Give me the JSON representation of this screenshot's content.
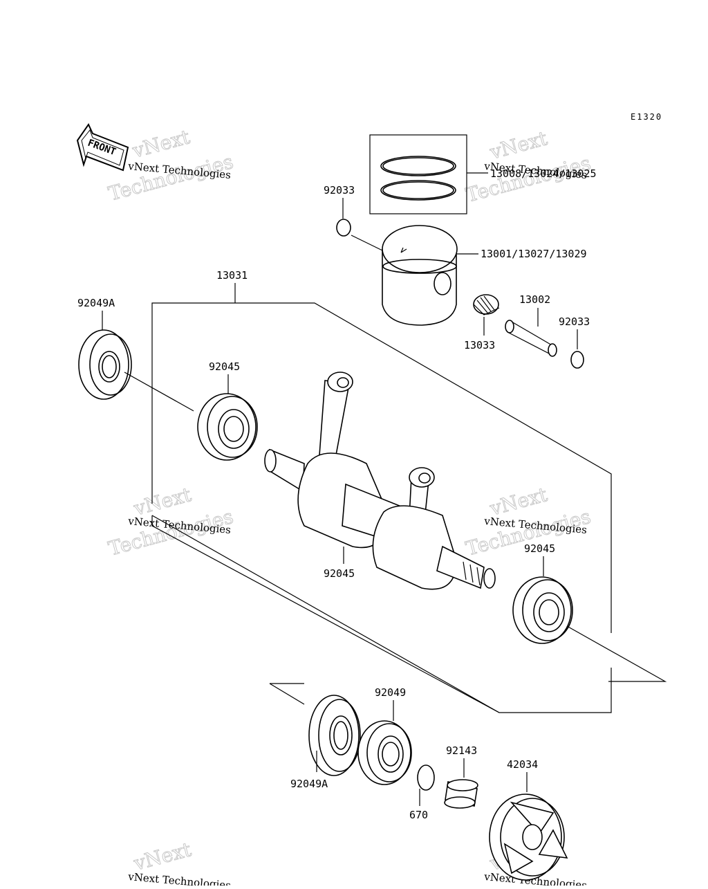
{
  "diagram": {
    "code": "E1320",
    "front_label": "FRONT",
    "watermark": {
      "line1": "vNext Technologies",
      "big1": "vNext",
      "big2": "Technologies"
    },
    "labels": {
      "rings": "13008/13024/13025",
      "piston": "13001/13027/13029",
      "clip_top": "92033",
      "clip_right": "92033",
      "pin": "13002",
      "needle": "13033",
      "crank_assy": "13031",
      "seal_left": "92049A",
      "bearing_left": "92045",
      "bearing_center": "92045",
      "bearing_right": "92045",
      "bearing_lower": "92049",
      "seal_lower": "92049A",
      "spacer": "92143",
      "oring": "670",
      "coupling": "42034"
    }
  }
}
